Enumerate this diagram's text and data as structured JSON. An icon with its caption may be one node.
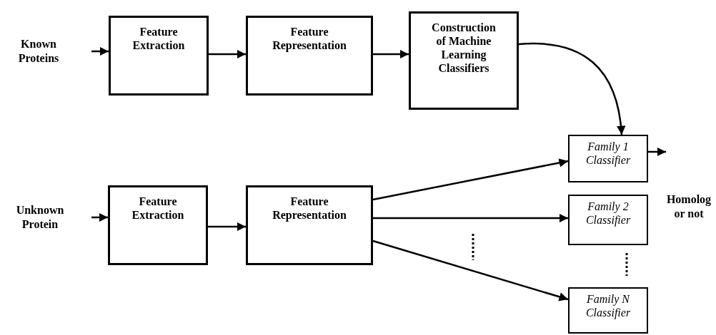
{
  "diagram": {
    "nodes": [
      {
        "text": [
          "Feature Extraction"
        ]
      },
      {
        "text": [
          "Feature Representation"
        ]
      },
      {
        "text": [
          "Construction of Machine Learning Classifiers"
        ]
      },
      {
        "text": [
          "Feature Extraction"
        ]
      },
      {
        "text": [
          "Feature Representation"
        ]
      },
      {
        "text": [
          "Family 1 Classifier"
        ]
      },
      {
        "text": [
          "Family 2 Classifier"
        ]
      },
      {
        "text": [
          "Family N Classifier"
        ]
      }
    ],
    "edges": [
      {
        "from": null,
        "to": 0,
        "arrow": "to"
      },
      {
        "from": 0,
        "to": 1,
        "arrow": "to"
      },
      {
        "from": 1,
        "to": 2,
        "arrow": "to"
      },
      {
        "from": 2,
        "to": 5,
        "arrow": "to"
      },
      {
        "from": null,
        "to": 3,
        "arrow": "to"
      },
      {
        "from": 3,
        "to": 4,
        "arrow": "to"
      },
      {
        "from": 4,
        "to": 5,
        "arrow": "to"
      },
      {
        "from": 4,
        "to": 6,
        "arrow": "to"
      },
      {
        "from": 4,
        "to": 7,
        "arrow": "to"
      },
      {
        "from": 5,
        "to": null,
        "arrow": "to"
      }
    ],
    "labels": [
      "Known Proteins",
      "Homolog or not",
      "Unknown Protein"
    ]
  }
}
